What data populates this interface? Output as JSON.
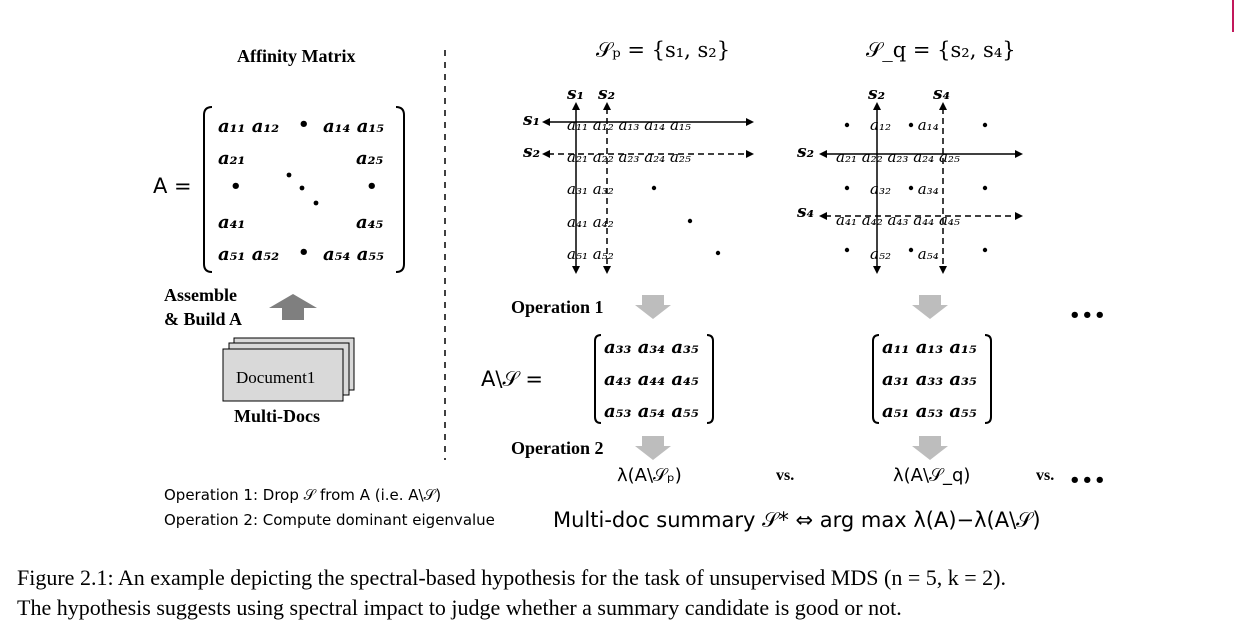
{
  "left": {
    "title": "Affinity Matrix",
    "a_label": "A =",
    "matrix_rows": [
      [
        "a₁₁ a₁₂",
        "•",
        "a₁₄ a₁₅"
      ],
      [
        "a₂₁",
        "",
        "a₂₅"
      ],
      [
        "•",
        "• •",
        "•"
      ],
      [
        "a₄₁",
        "",
        "a₄₅"
      ],
      [
        "a₅₁ a₅₂",
        "•",
        "a₅₄ a₅₅"
      ]
    ],
    "assemble_line1": "Assemble",
    "assemble_line2": "& Build A",
    "document_label": "Document1",
    "multidocs_label": "Multi-Docs",
    "op1_desc": "Operation 1:  Drop 𝒮 from A (i.e. A\\𝒮)",
    "op2_desc": "Operation 2:  Compute dominant eigenvalue"
  },
  "right": {
    "sp_label": "𝒮ₚ = {s₁, s₂}",
    "sq_label": "𝒮_q = {s₂, s₄}",
    "p_grid": {
      "col_s1": "s₁",
      "col_s2": "s₂",
      "row_s1": "s₁",
      "row_s2": "s₂",
      "rows": [
        "a₁₁ a₁₂ a₁₃ a₁₄ a₁₅",
        "a₂₁ a₂₂ a₂₃ a₂₄ a₂₅",
        "a₃₁ a₃₂",
        "a₄₁ a₄₂",
        "a₅₁ a₅₂"
      ]
    },
    "q_grid": {
      "col_s2": "s₂",
      "col_s4": "s₄",
      "row_s2": "s₂",
      "row_s4": "s₄",
      "rows": [
        "a₁₂ a₁₄",
        "a₂₁ a₂₂ a₂₃ a₂₄ a₂₅",
        "a₃₂ a₃₄",
        "a₄₁ a₄₂ a₄₃ a₄₄ a₄₅",
        "a₅₂ a₅₄"
      ]
    },
    "operation1": "Operation 1",
    "operation2": "Operation 2",
    "ellipsis": "•••",
    "a_minus_s": "A\\𝒮 =",
    "reduced_p": [
      "a₃₃ a₃₄ a₃₅",
      "a₄₃ a₄₄ a₄₅",
      "a₅₃ a₅₄ a₅₅"
    ],
    "reduced_q": [
      "a₁₁ a₁₃ a₁₅",
      "a₃₁ a₃₃ a₃₅",
      "a₅₁ a₅₃ a₅₅"
    ],
    "lambda_p": "λ(A\\𝒮ₚ)",
    "lambda_q": "λ(A\\𝒮_q)",
    "vs1": "vs.",
    "vs2": "vs.",
    "summary": "Multi-doc summary 𝒮* ⇔ arg max λ(A)−λ(A\\𝒮)"
  },
  "caption": {
    "line1": "Figure 2.1: An example depicting the spectral-based hypothesis for the task of unsupervised MDS (n = 5, k = 2).",
    "line2": "The hypothesis suggests using spectral impact to judge whether a summary candidate is good or not."
  },
  "colors": {
    "arrow_gray": "#bdbdbd",
    "dark_arrow": "#7f7f7f",
    "doc_fill": "#d9d9d9"
  }
}
